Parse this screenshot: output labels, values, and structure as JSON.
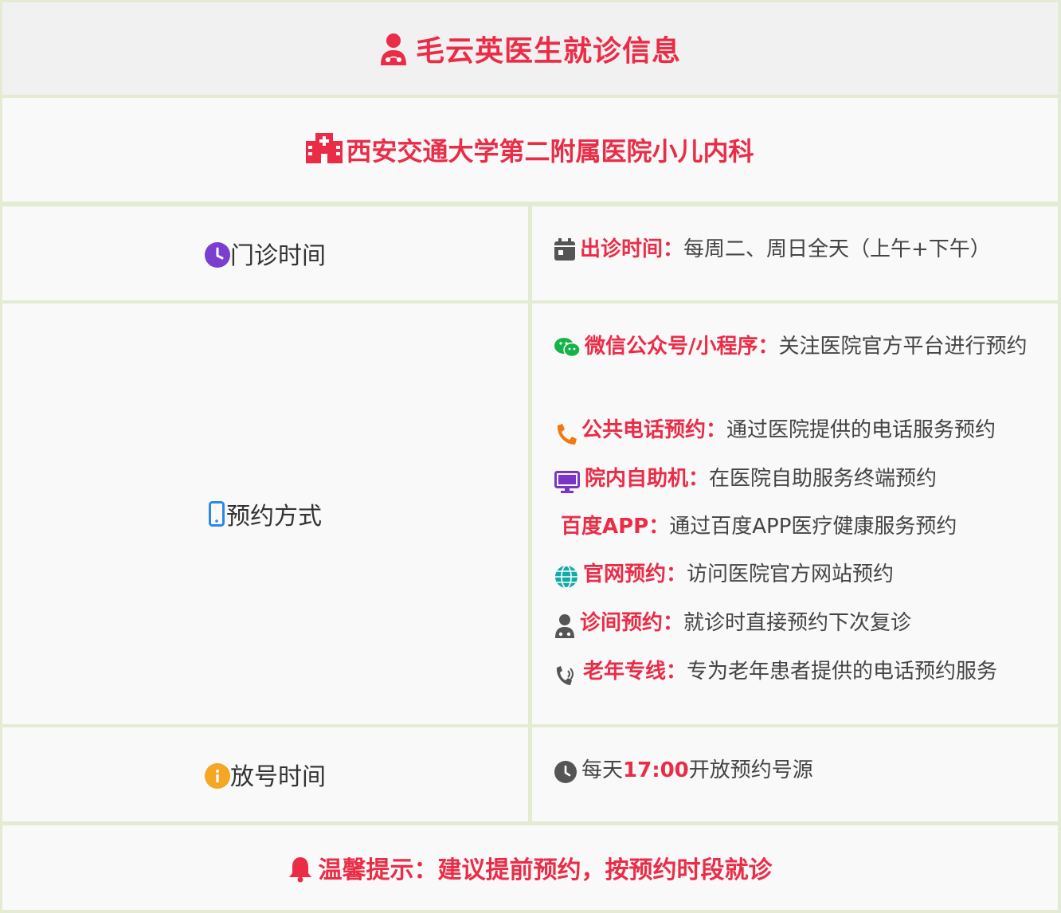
{
  "header": {
    "title": "毛云英医生就诊信息",
    "icon": "doctor-icon"
  },
  "hospital": {
    "name": "西安交通大学第二附属医院小儿内科",
    "icon": "hospital-icon"
  },
  "rows": {
    "clinic": {
      "label": "门诊时间",
      "icon": "clock-icon",
      "key": "出诊时间：",
      "value": "每周二、周日全天（上午+下午）"
    },
    "booking": {
      "label": "预约方式",
      "icon": "mobile-icon",
      "items": [
        {
          "icon": "wechat-icon",
          "key": "微信公众号/小程序：",
          "value": "关注医院官方平台进行预约"
        },
        {
          "icon": "phone-icon",
          "key": "公共电话预约：",
          "value": "通过医院提供的电话服务预约"
        },
        {
          "icon": "desktop-icon",
          "key": "院内自助机：",
          "value": "在医院自助服务终端预约"
        },
        {
          "icon": "",
          "key": "百度APP：",
          "value": "通过百度APP医疗健康服务预约"
        },
        {
          "icon": "globe-icon",
          "key": "官网预约：",
          "value": "访问医院官方网站预约"
        },
        {
          "icon": "doctor-icon",
          "key": "诊间预约：",
          "value": "就诊时直接预约下次复诊"
        },
        {
          "icon": "phone-volume-icon",
          "key": "老年专线：",
          "value": "专为老年患者提供的电话预约服务"
        }
      ]
    },
    "release": {
      "label": "放号时间",
      "icon": "info-icon",
      "prefix": "每天",
      "time": "17:00",
      "suffix": "开放预约号源"
    }
  },
  "tip": {
    "text": "温馨提示：建议提前预约，按预约时段就诊",
    "icon": "bell-icon"
  },
  "colors": {
    "accent": "#ea2c47",
    "border": "#e3ecd2",
    "clock": "#7b3fd0",
    "mobile": "#2a88e8",
    "info": "#f5a623",
    "wechat": "#16b24a",
    "phone": "#f07a0f",
    "desktop": "#7a35c7",
    "globe": "#17a8a8"
  }
}
